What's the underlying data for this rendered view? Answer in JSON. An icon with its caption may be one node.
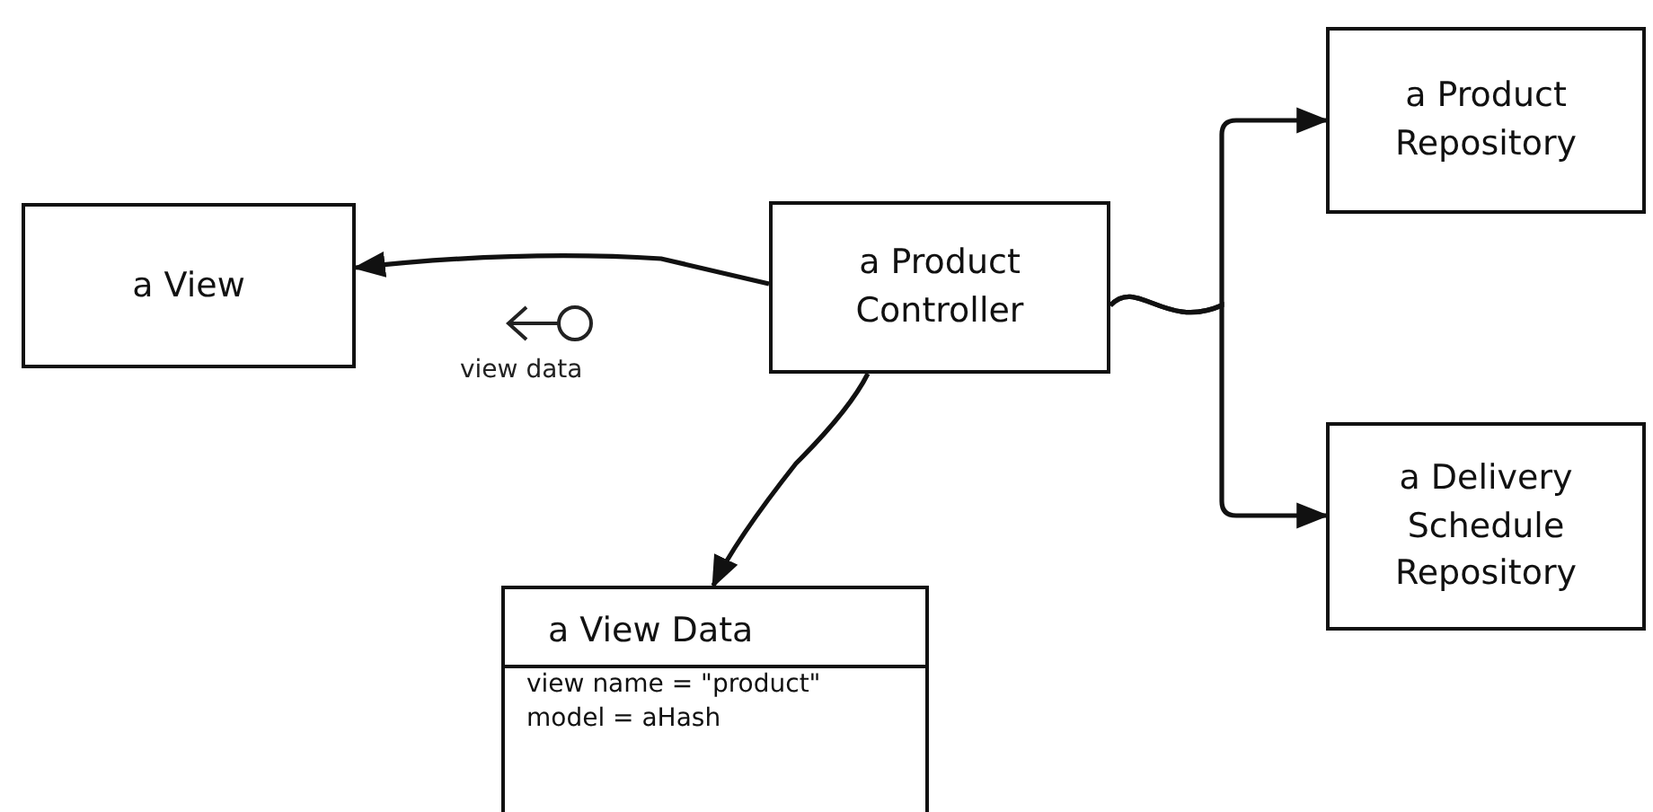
{
  "diagram": {
    "nodes": [
      {
        "text": [
          "a View"
        ]
      },
      {
        "text": [
          "a Product Controller"
        ]
      },
      {
        "text": [
          "a Product Repository"
        ]
      },
      {
        "text": [
          "a Delivery Schedule Repository"
        ]
      },
      {
        "text": [
          "a View Data",
          "view name = \"product\"",
          "model = aHash"
        ]
      }
    ],
    "edges": [
      {
        "from": 1,
        "to": 0,
        "arrow": "to"
      },
      {
        "from": 1,
        "to": 4,
        "arrow": "to"
      },
      {
        "from": 1,
        "to": 2,
        "arrow": "to"
      },
      {
        "from": 1,
        "to": 3,
        "arrow": "to"
      }
    ],
    "labels": [
      "view data"
    ]
  }
}
